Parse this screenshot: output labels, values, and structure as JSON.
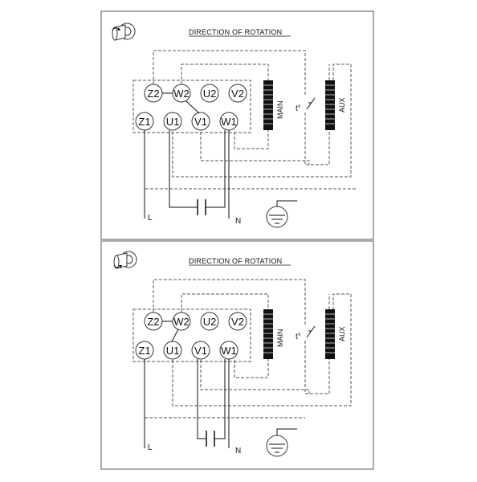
{
  "diagrams": [
    {
      "direction_label": "DIRECTION OF ROTATION",
      "terminals_top": [
        "Z2",
        "W2",
        "U2",
        "V2"
      ],
      "terminals_bottom": [
        "Z1",
        "U1",
        "V1",
        "W1"
      ],
      "main_winding_label": "MAIN",
      "aux_winding_label": "AUX",
      "thermal_label": "t°",
      "line_label": "L",
      "neutral_label": "N",
      "rotation": "counterclockwise"
    },
    {
      "direction_label": "DIRECTION OF ROTATION",
      "terminals_top": [
        "Z2",
        "W2",
        "U2",
        "V2"
      ],
      "terminals_bottom": [
        "Z1",
        "U1",
        "V1",
        "W1"
      ],
      "main_winding_label": "MAIN",
      "aux_winding_label": "AUX",
      "thermal_label": "t°",
      "line_label": "L",
      "neutral_label": "N",
      "rotation": "clockwise"
    }
  ]
}
